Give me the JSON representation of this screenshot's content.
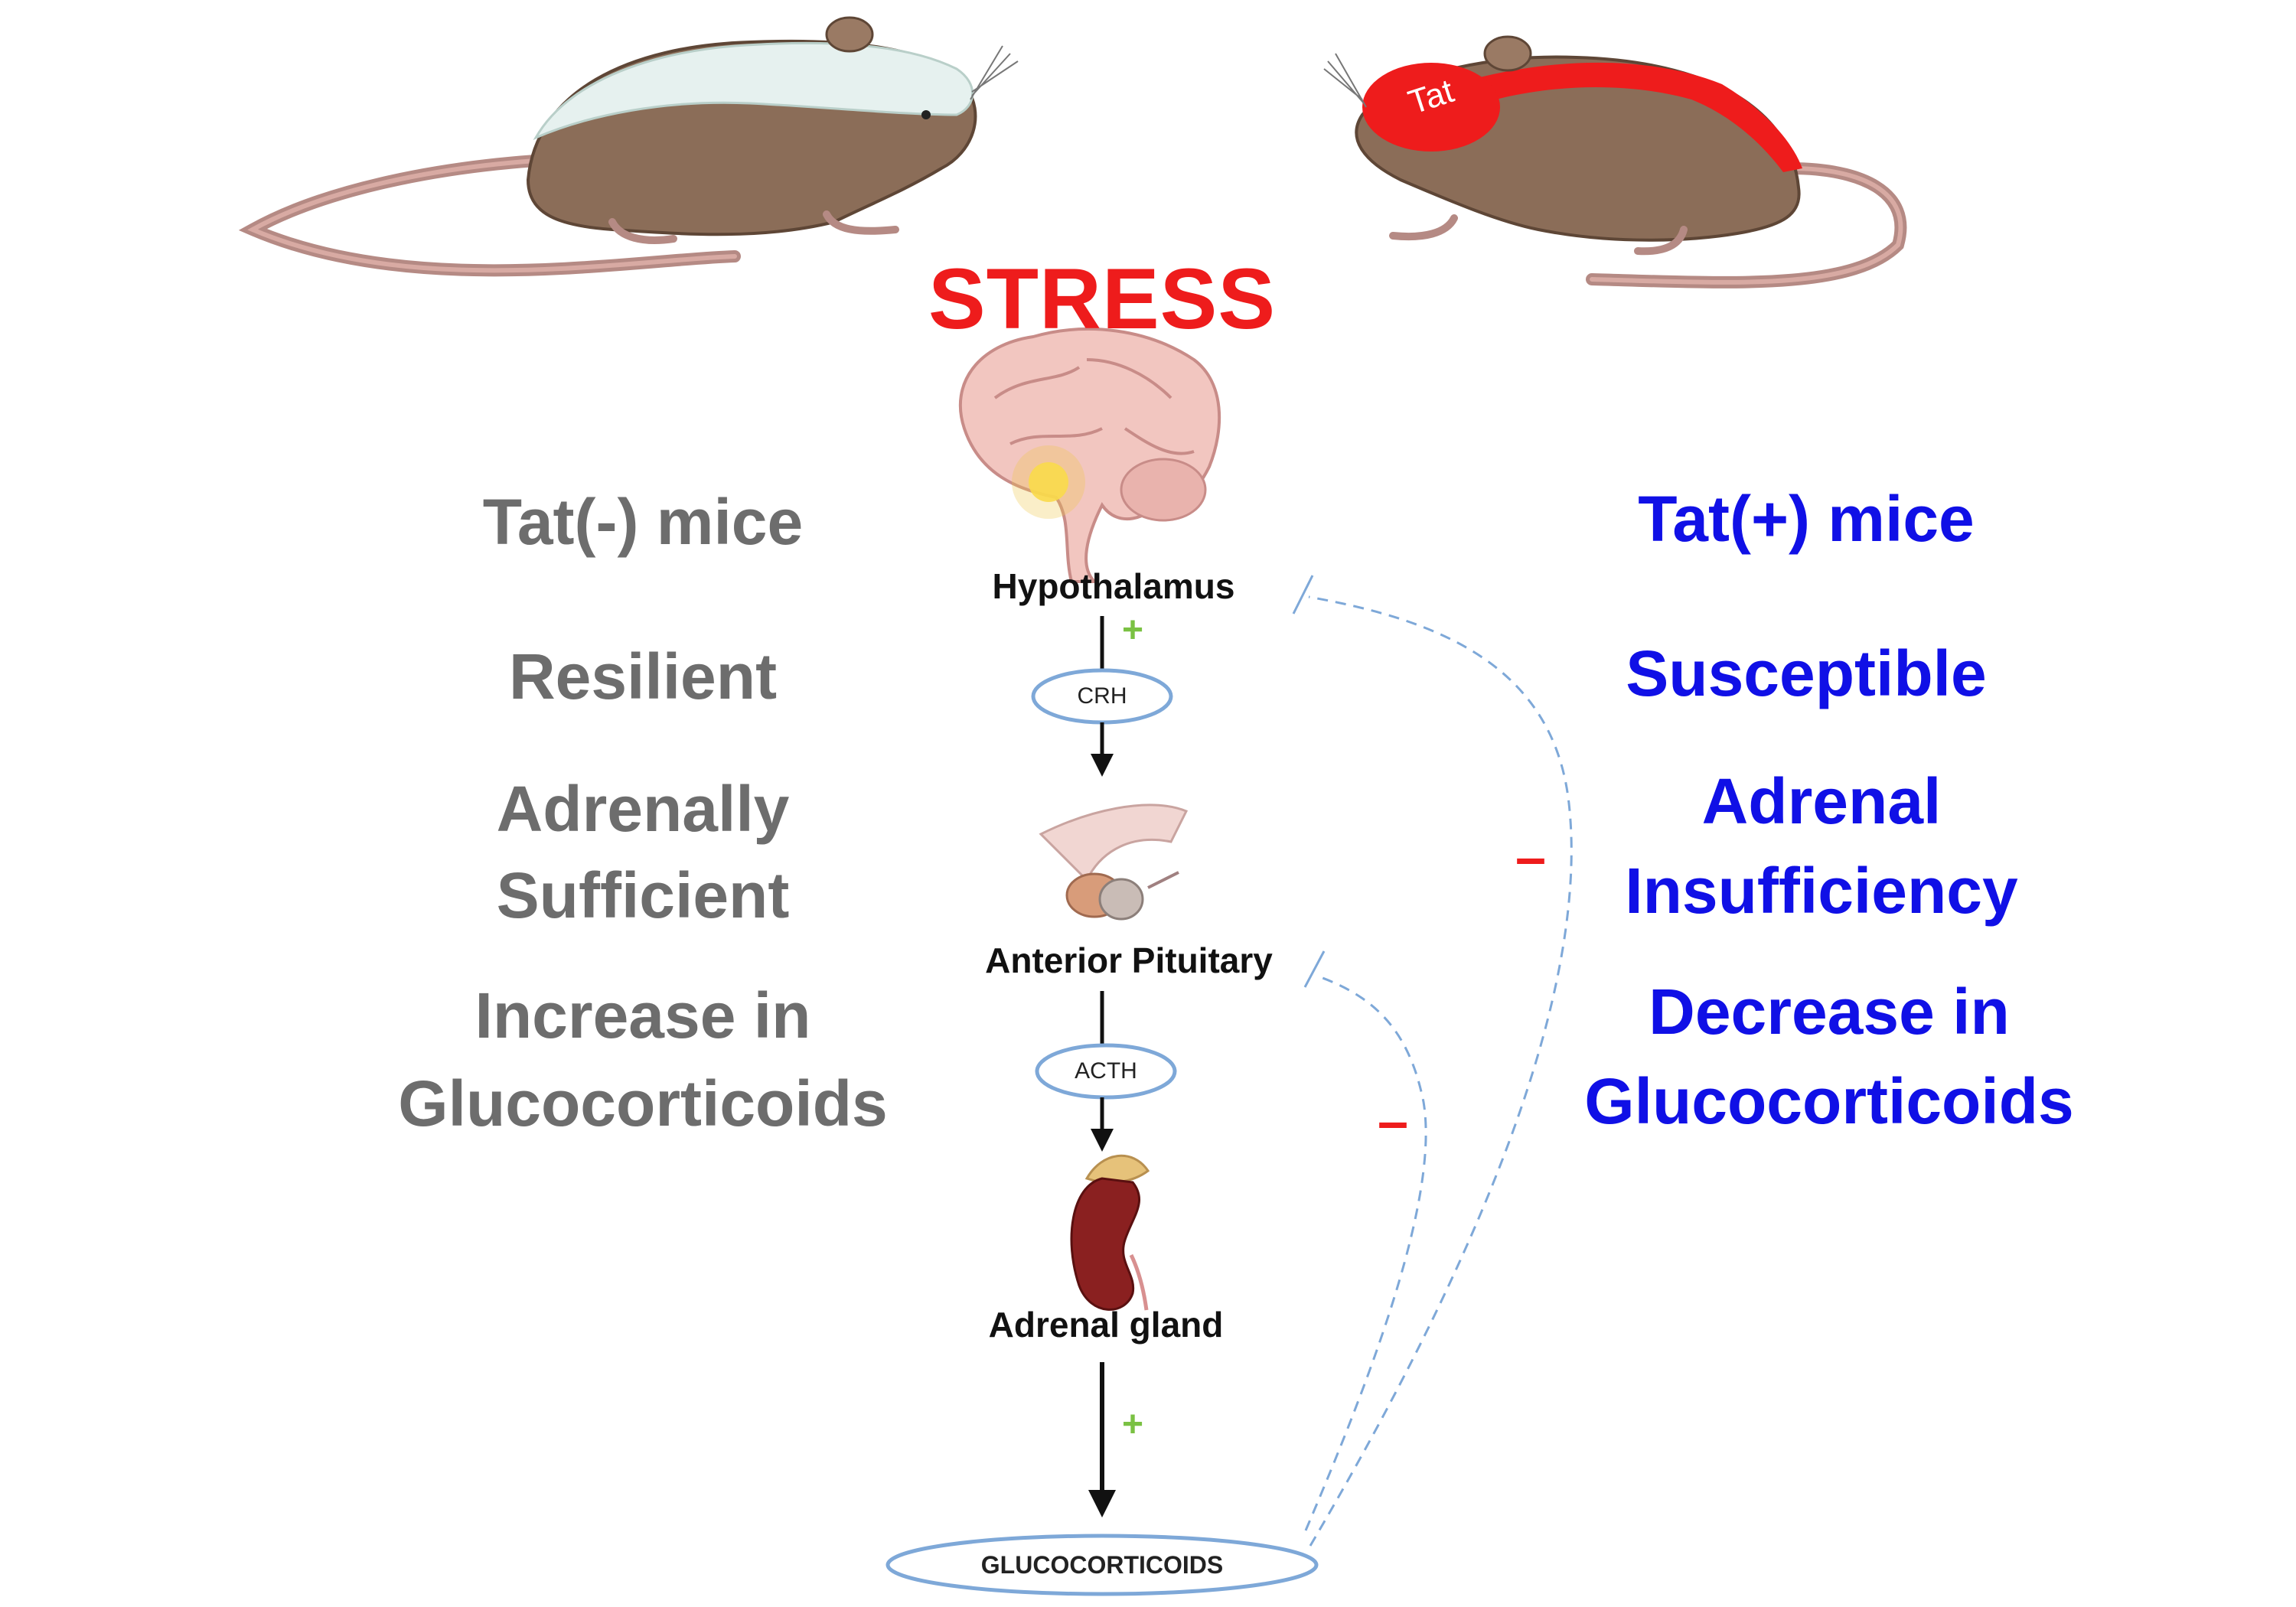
{
  "title": "STRESS",
  "mouse_left": {
    "label": ""
  },
  "mouse_right": {
    "label": "Tat"
  },
  "left_column": {
    "group": "Tat(-) mice",
    "phenotype": "Resilient",
    "adrenal_line1": "Adrenally",
    "adrenal_line2": "Sufficient",
    "gc_line1": "Increase in",
    "gc_line2": "Glucocorticoids"
  },
  "right_column": {
    "group": "Tat(+) mice",
    "phenotype": "Susceptible",
    "adrenal_line1": "Adrenal",
    "adrenal_line2": "Insufficiency",
    "gc_line1": "Decrease in",
    "gc_line2": "Glucocorticoids"
  },
  "axis": {
    "hypothalamus": "Hypothalamus",
    "crh": "CRH",
    "pituitary": "Anterior Pituitary",
    "acth": "ACTH",
    "adrenal": "Adrenal gland",
    "glucocorticoids": "GLUCOCORTICOIDS"
  },
  "signs": {
    "plus": "+",
    "minus": "–"
  },
  "colors": {
    "title": "#ee1c1c",
    "left_text": "#6d6d6d",
    "right_text": "#1010e6",
    "tat_overlay": "#ee1c1c",
    "control_overlay": "#e6f1ef",
    "mouse_body": "#8b6d58",
    "ellipse_stroke": "#7ea8d8",
    "feedback_dash": "#7ea8d8",
    "plus_sign": "#7ac143"
  }
}
